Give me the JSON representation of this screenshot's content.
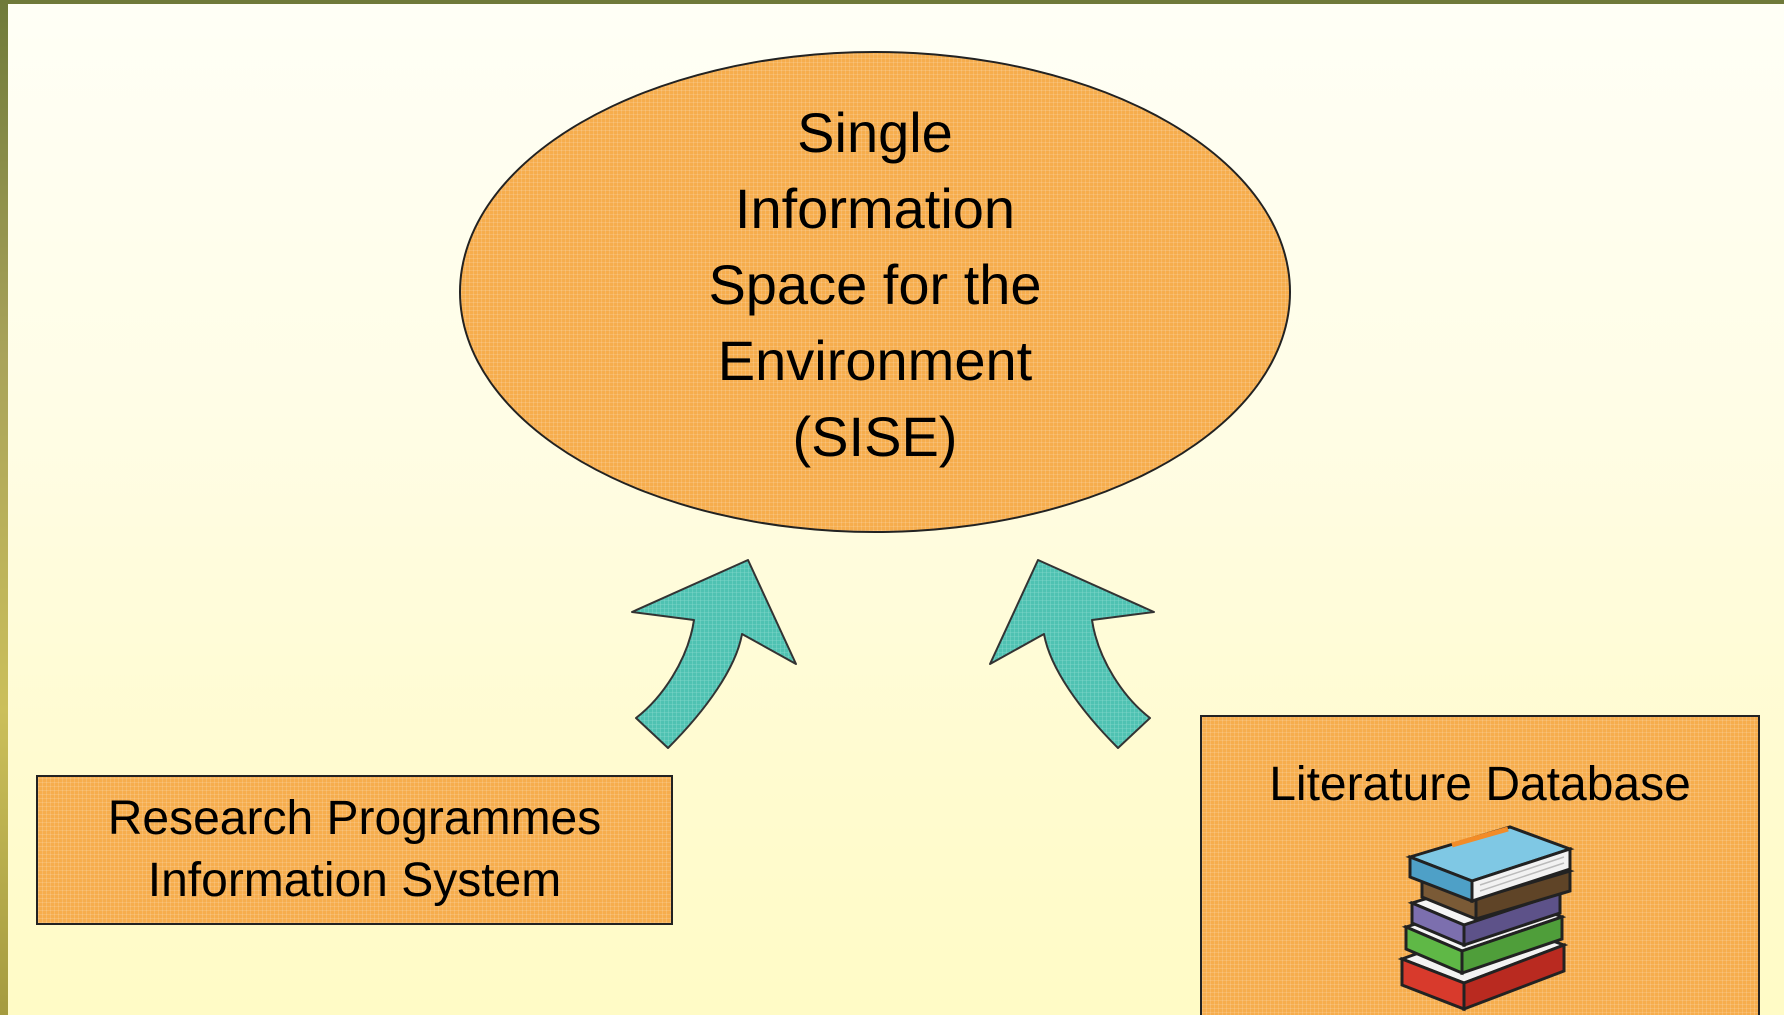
{
  "diagram": {
    "center_node": {
      "text": "Single\nInformation\nSpace for the\nEnvironment\n(SISE)"
    },
    "left_node": {
      "text": "Research Programmes\nInformation System"
    },
    "right_node": {
      "title": "Literature Database",
      "icon": "books-icon"
    },
    "arrows": [
      {
        "from": "left_node",
        "to": "center_node",
        "icon": "curved-arrow-up-right-icon"
      },
      {
        "from": "right_node",
        "to": "center_node",
        "icon": "curved-arrow-up-left-icon"
      }
    ]
  },
  "colors": {
    "node_fill": "#f6ad4d",
    "arrow_fill": "#4fc2b2",
    "background_top": "#fffff6",
    "background_bottom": "#fffbc6"
  }
}
